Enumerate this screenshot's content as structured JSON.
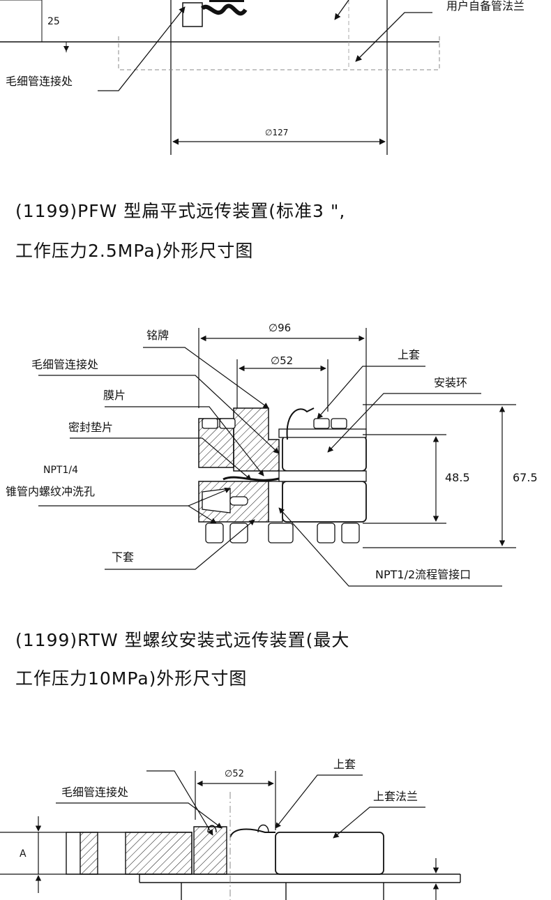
{
  "top_drawing": {
    "dim_height": "25",
    "label_capillary": "毛细管连接处",
    "label_user_flange": "用户自备管法兰",
    "dim_diameter": "∅127"
  },
  "section_pfw": {
    "title_line1": "(1199)PFW 型扁平式远传装置(标准3 \",",
    "title_line2": "工作压力2.5MPa)外形尺寸图"
  },
  "pfw_drawing": {
    "label_nameplate": "铭牌",
    "label_capillary": "毛细管连接处",
    "label_diaphragm": "膜片",
    "label_gasket": "密封垫片",
    "label_npt14": "NPT1/4",
    "label_flush_hole": "锥管内螺纹冲洗孔",
    "label_lower_sleeve": "下套",
    "label_upper_sleeve": "上套",
    "label_mounting_ring": "安装环",
    "label_process_port": "NPT1/2流程管接口",
    "dim_d96": "∅96",
    "dim_d52": "∅52",
    "dim_h1": "48.5",
    "dim_h2": "67.5"
  },
  "section_rtw": {
    "title_line1": "(1199)RTW 型螺纹安装式远传装置(最大",
    "title_line2": "工作压力10MPa)外形尺寸图"
  },
  "rtw_drawing": {
    "label_capillary": "毛细管连接处",
    "label_upper_sleeve": "上套",
    "label_upper_flange": "上套法兰",
    "dim_d52": "∅52",
    "dim_a": "A"
  }
}
